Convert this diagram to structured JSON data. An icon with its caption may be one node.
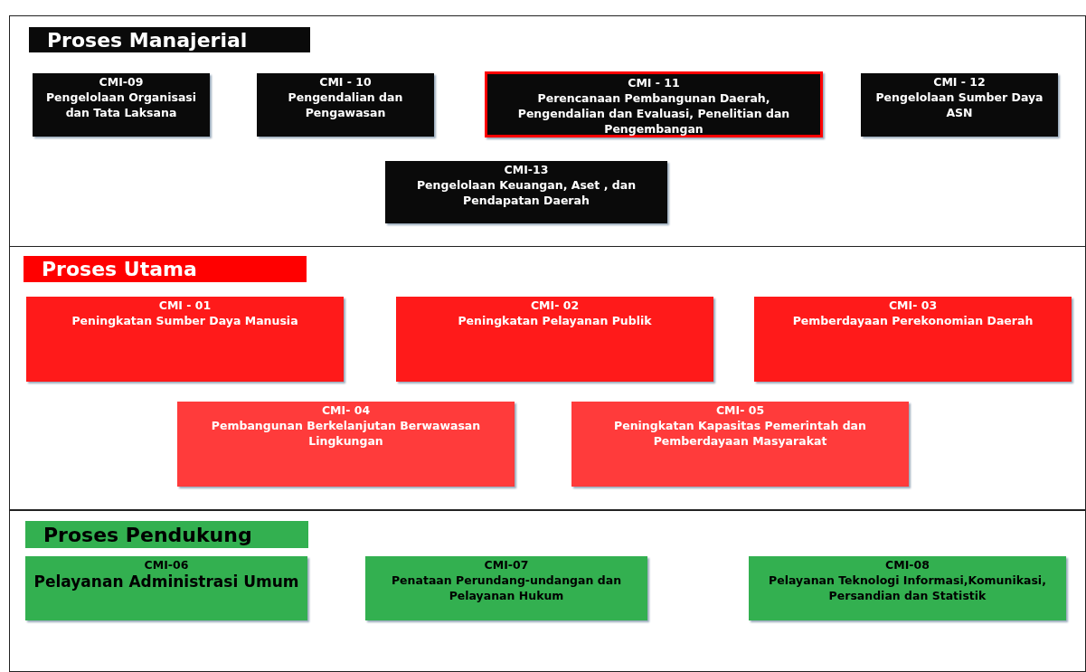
{
  "diagram": {
    "nodes": [
      {
        "text": [
          "Proses Manajerial"
        ]
      },
      {
        "text": [
          "CMI-09",
          "Pengelolaan Organisasi dan Tata Laksana"
        ],
        "in": 0
      },
      {
        "text": [
          "CMI - 10",
          "Pengendalian dan Pengawasan"
        ],
        "in": 0
      },
      {
        "text": [
          "CMI - 11",
          "Perencanaan Pembangunan Daerah, Pengendalian dan Evaluasi, Penelitian dan Pengembangan"
        ],
        "in": 0
      },
      {
        "text": [
          "CMI - 12",
          "Pengelolaan Sumber Daya ASN"
        ],
        "in": 0
      },
      {
        "text": [
          "CMI-13",
          "Pengelolaan Keuangan, Aset , dan Pendapatan Daerah"
        ],
        "in": 0
      },
      {
        "text": [
          "Proses Utama"
        ]
      },
      {
        "text": [
          "CMI - 01",
          "Peningkatan Sumber Daya Manusia"
        ],
        "in": 6
      },
      {
        "text": [
          "CMI- 02",
          "Peningkatan Pelayanan Publik"
        ],
        "in": 6
      },
      {
        "text": [
          "CMI- 03",
          "Pemberdayaan Perekonomian Daerah"
        ],
        "in": 6
      },
      {
        "text": [
          "CMI- 04",
          "Pembangunan Berkelanjutan Berwawasan Lingkungan"
        ],
        "in": 6
      },
      {
        "text": [
          "CMI- 05",
          "Peningkatan Kapasitas Pemerintah dan Pemberdayaan Masyarakat"
        ],
        "in": 6
      },
      {
        "text": [
          "Proses Pendukung"
        ]
      },
      {
        "text": [
          "CMI-06",
          "Pelayanan Administrasi Umum"
        ],
        "in": 12
      },
      {
        "text": [
          "CMI-07",
          "Penataan Perundang-undangan dan Pelayanan Hukum"
        ],
        "in": 12
      },
      {
        "text": [
          "CMI-08",
          "Pelayanan Teknologi Informasi,Komunikasi, Persandian dan Statistik"
        ],
        "in": 12
      }
    ],
    "edges": []
  }
}
